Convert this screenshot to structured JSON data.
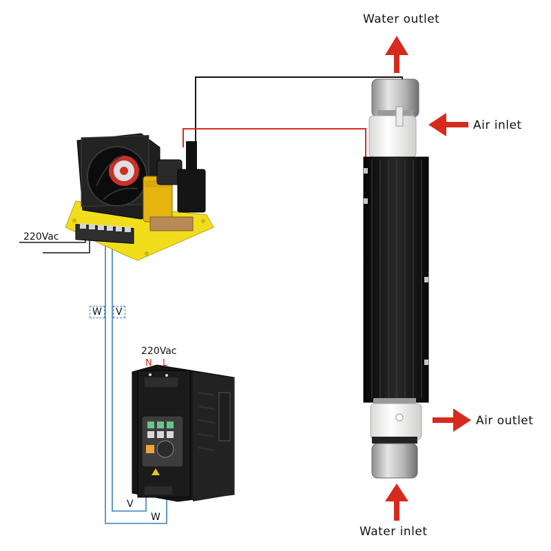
{
  "labels": {
    "water_outlet": "Water outlet",
    "air_inlet": "Air inlet",
    "air_outlet": "Air outlet",
    "water_inlet": "Water inlet",
    "psu_input": "220Vac",
    "inverter_input": "220Vac",
    "neutral": "N",
    "line": "L",
    "wire_w": "W",
    "wire_v": "V",
    "terminal_v": "V",
    "terminal_w": "W"
  },
  "colors": {
    "arrow": "#d62a1e",
    "red_wire": "#d62a1e",
    "black_wire": "#111111",
    "blue_wire": "#3a7dc0",
    "board": "#f2dd1c",
    "tube_body": "#141414",
    "ceramic": "#f4f4f2",
    "steel": "#b9b9b9"
  }
}
